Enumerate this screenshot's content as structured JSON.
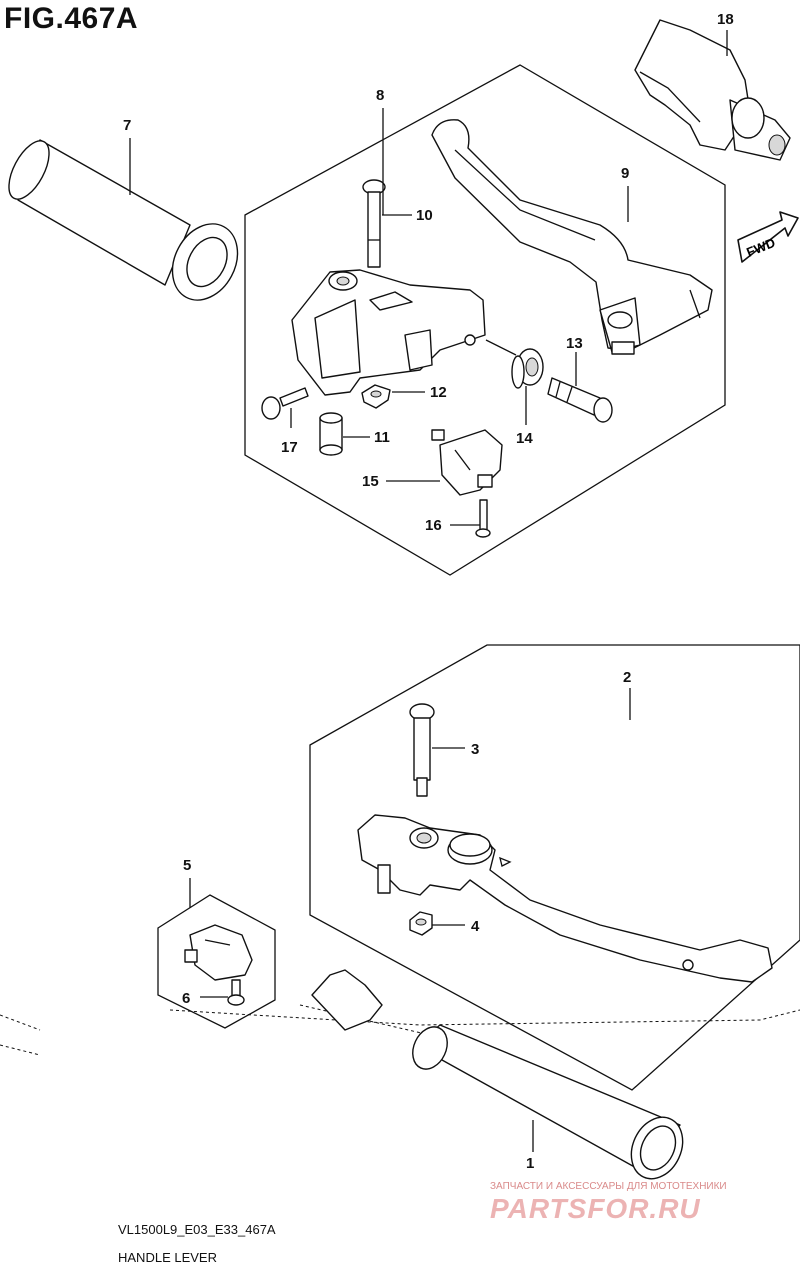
{
  "figure": {
    "title": "FIG.467A",
    "model_code": "VL1500L9_E03_E33_467A",
    "name": "HANDLE LEVER"
  },
  "direction": {
    "label": "FWD"
  },
  "callouts": [
    "1",
    "2",
    "3",
    "4",
    "5",
    "6",
    "7",
    "8",
    "9",
    "10",
    "11",
    "12",
    "13",
    "14",
    "15",
    "16",
    "17",
    "18"
  ],
  "watermark": {
    "subtitle": "ЗАПЧАСТИ И АКСЕССУАРЫ ДЛЯ МОТОТЕХНИКИ",
    "brand": "PARTSFOR.RU"
  }
}
